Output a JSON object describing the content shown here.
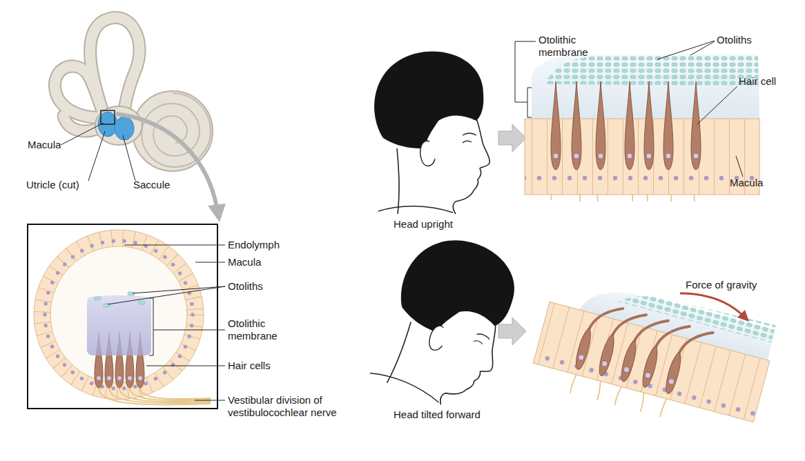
{
  "diagram": {
    "labels": [
      "Macula",
      "Utricle (cut)",
      "Saccule",
      "Endolymph",
      "Macula",
      "Otoliths",
      "Otolithic membrane",
      "Hair cells",
      "Vestibular division of vestibulocochlear nerve",
      "Head upright",
      "Otolithic membrane",
      "Otoliths",
      "Hair cell",
      "Macula",
      "Head tilted forward",
      "Force of gravity"
    ]
  }
}
